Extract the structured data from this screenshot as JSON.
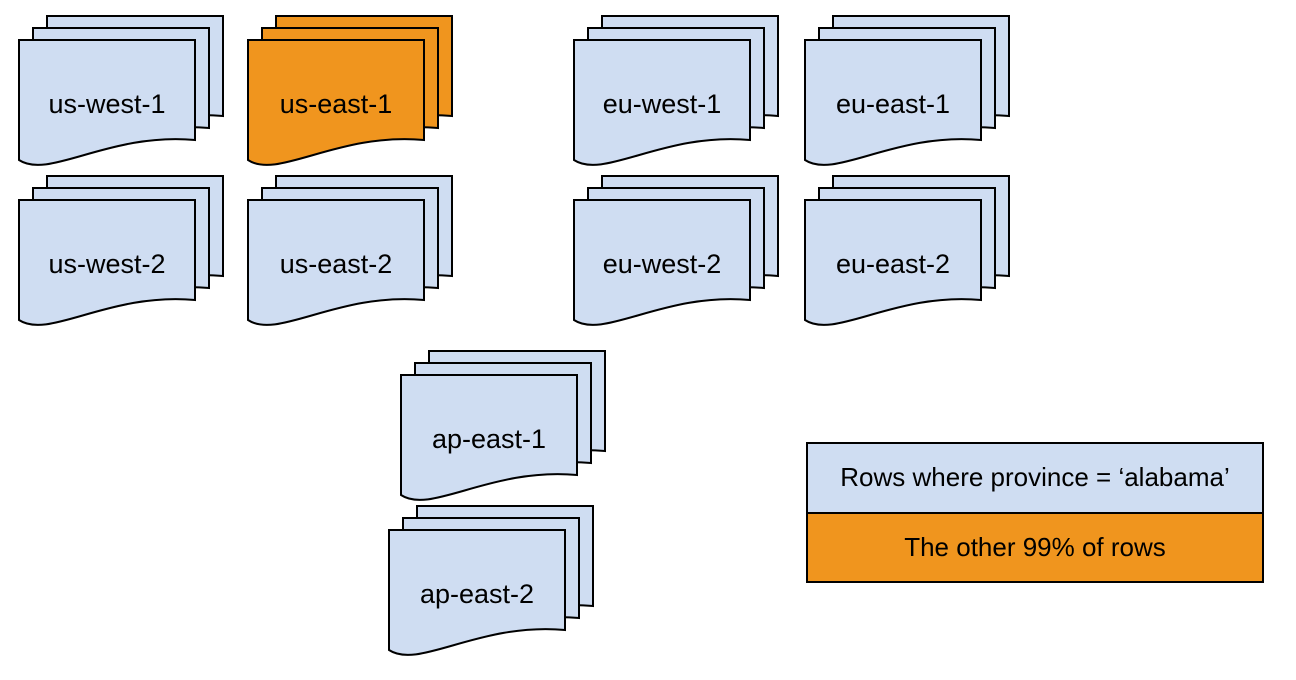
{
  "diagram": {
    "stacks": [
      {
        "label": "us-west-1",
        "highlighted": false
      },
      {
        "label": "us-east-1",
        "highlighted": true
      },
      {
        "label": "eu-west-1",
        "highlighted": false
      },
      {
        "label": "eu-east-1",
        "highlighted": false
      },
      {
        "label": "us-west-2",
        "highlighted": false
      },
      {
        "label": "us-east-2",
        "highlighted": false
      },
      {
        "label": "eu-west-2",
        "highlighted": false
      },
      {
        "label": "eu-east-2",
        "highlighted": false
      },
      {
        "label": "ap-east-1",
        "highlighted": false
      },
      {
        "label": "ap-east-2",
        "highlighted": false
      }
    ],
    "legend": {
      "items": [
        {
          "label": "Rows where province = ‘alabama’",
          "fill": "blue"
        },
        {
          "label": "The other 99% of rows",
          "fill": "orange"
        }
      ]
    },
    "colors": {
      "blue": "#CFDDF2",
      "orange": "#F0951E",
      "stroke": "#000000",
      "text": "#000000",
      "page_background": "#FFFFFF"
    }
  }
}
